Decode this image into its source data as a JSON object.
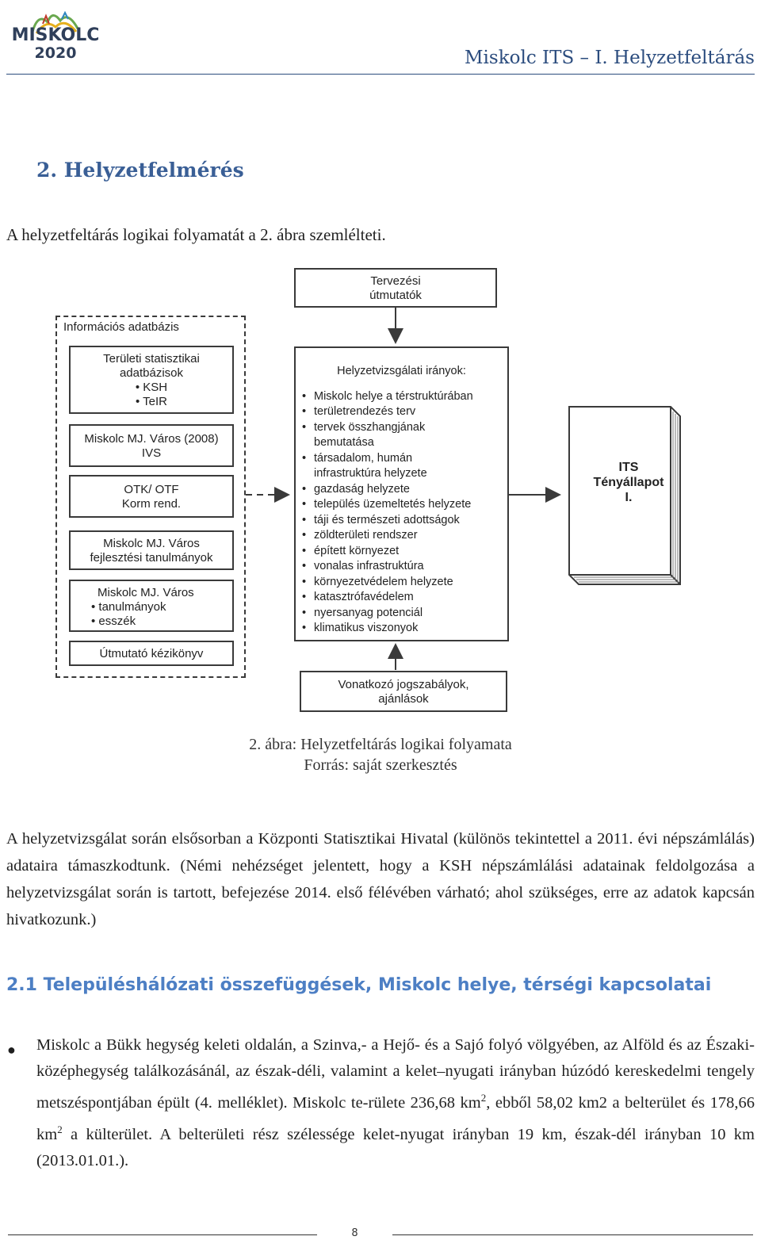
{
  "logo": {
    "text": "MISKOLC",
    "year": "2020"
  },
  "header": {
    "title": "Miskolc ITS – I. Helyzetfeltárás"
  },
  "section": {
    "heading": "2.  Helyzetfelmérés"
  },
  "intro": "A helyzetfeltárás logikai folyamatát a 2. ábra szemlélteti.",
  "diagram": {
    "top_box": [
      "Tervezési",
      "útmutatók"
    ],
    "db_label": "Információs adatbázis",
    "db_boxes": {
      "stat_title": [
        "Területi statisztikai",
        "adatbázisok"
      ],
      "stat_items": [
        "KSH",
        "TeIR"
      ],
      "ivs": [
        "Miskolc MJ. Város (2008)",
        "IVS"
      ],
      "otk": [
        "OTK/ OTF",
        "Korm rend."
      ],
      "fejl": [
        "Miskolc MJ. Város",
        "fejlesztési tanulmányok"
      ],
      "tan_title": "Miskolc MJ. Város",
      "tan_items": [
        "tanulmányok",
        "esszék"
      ],
      "kezikonyv": "Útmutató kézikönyv"
    },
    "center_title": "Helyzetvizsgálati irányok:",
    "center_items": [
      [
        "Miskolc helye a térstruktúrában"
      ],
      [
        "területrendezés terv"
      ],
      [
        "tervek összhangjának",
        "bemutatása"
      ],
      [
        "társadalom, humán",
        "infrastruktúra helyzete"
      ],
      [
        "gazdaság helyzete"
      ],
      [
        "település üzemeltetés helyzete"
      ],
      [
        "táji és természeti adottságok"
      ],
      [
        "zöldterületi rendszer"
      ],
      [
        "épített környezet"
      ],
      [
        "vonalas infrastruktúra"
      ],
      [
        "környezetvédelem helyzete"
      ],
      [
        "katasztrófavédelem"
      ],
      [
        "nyersanyag potenciál"
      ],
      [
        "klimatikus viszonyok"
      ]
    ],
    "book_lines": [
      "ITS",
      "Tényállapot",
      "I."
    ],
    "bottom_box": [
      "Vonatkozó jogszabályok,",
      "ajánlások"
    ]
  },
  "caption": {
    "line1": "2.   ábra: Helyzetfeltárás logikai folyamata",
    "line2": "Forrás: saját szerkesztés"
  },
  "paragraph": "A helyzetvizsgálat során elsősorban a Központi Statisztikai Hivatal (különös tekintettel a 2011. évi népszámlálás) adataira támaszkodtunk. (Némi nehézséget jelentett, hogy a KSH népszámlálási adatainak feldolgozása a helyzetvizsgálat során is tartott, befejezése 2014. első félévében várható; ahol szükséges, erre az adatok kapcsán hivatkozunk.)",
  "subsection": {
    "heading": "2.1  Településhálózati összefüggések, Miskolc helye, térségi kapcsolatai"
  },
  "bullet": {
    "part1": "Miskolc a Bükk hegység keleti oldalán, a Szinva,- a Hejő- és a Sajó folyó völgyében, az Alföld és az Északi-középhegység találkozásánál, az észak-déli, valamint a kelet–nyugati irányban húzódó kereskedelmi tengely metszéspontjában épült (4. melléklet). Miskolc te-rülete 236,68 km",
    "sup1": "2",
    "part2": ", ebből 58,02 km2 a belterület és 178,66 km",
    "sup2": "2",
    "part3": " a külterület. A belterületi rész szélessége kelet-nyugat irányban 19 km, észak-dél irányban 10 km (2013.01.01.)."
  },
  "footer": {
    "page": "8"
  }
}
